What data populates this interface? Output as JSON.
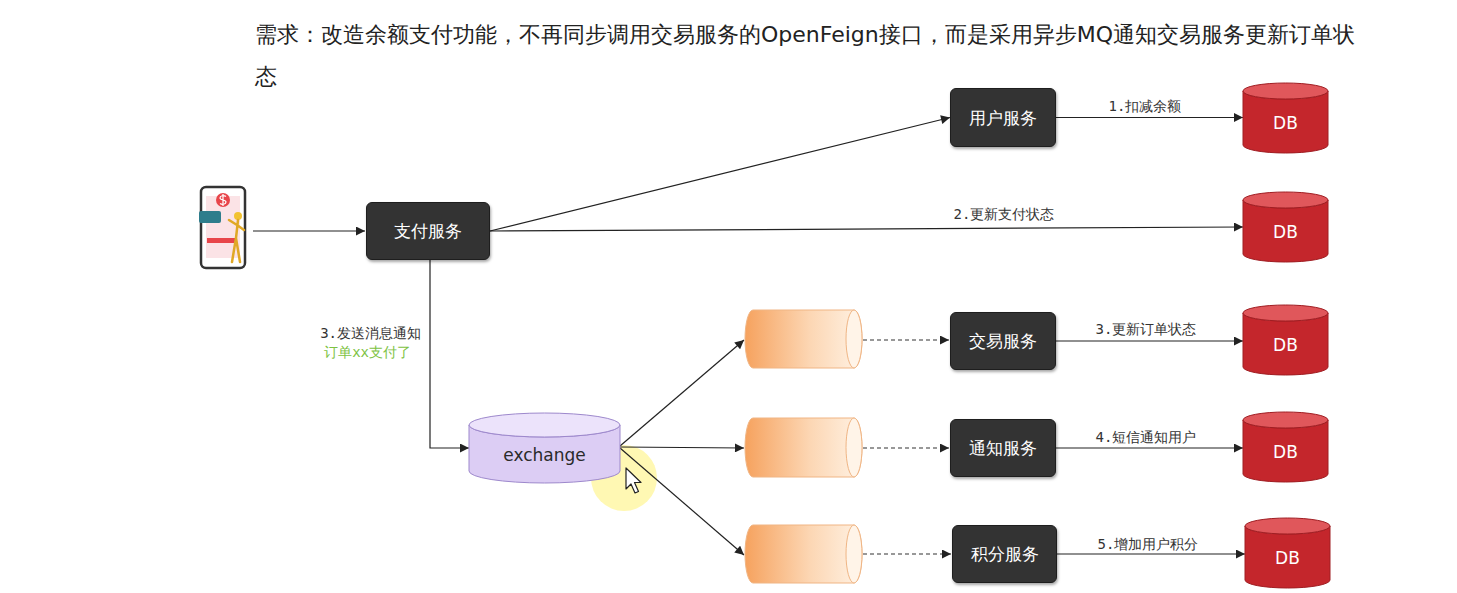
{
  "diagram": {
    "title": "需求：改造余额支付功能，不再同步调用交易服务的OpenFeign接口，而是采用异步MQ通知交易服务更新订单状态",
    "nodes": [
      {
        "text": [
          "用户服务"
        ]
      },
      {
        "text": [
          "DB"
        ]
      },
      {
        "text": [
          "支付服务"
        ]
      },
      {
        "text": [
          "DB"
        ]
      },
      {
        "text": [
          "交易服务"
        ]
      },
      {
        "text": [
          "DB"
        ]
      },
      {
        "text": [
          "exchange"
        ]
      },
      {
        "text": [
          "通知服务"
        ]
      },
      {
        "text": [
          "DB"
        ]
      },
      {
        "text": [
          "积分服务"
        ]
      },
      {
        "text": [
          "DB"
        ]
      }
    ],
    "edges": [
      {
        "from": 2,
        "to": 0,
        "arrow": "to"
      },
      {
        "from": 0,
        "to": 1,
        "label": "1.扣减余额",
        "arrow": "to"
      },
      {
        "from": 2,
        "to": 3,
        "label": "2.更新支付状态",
        "arrow": "to"
      },
      {
        "from": 2,
        "to": 6,
        "label": "3.发送消息通知",
        "arrow": "to"
      },
      {
        "from": 4,
        "to": 5,
        "label": "3.更新订单状态",
        "arrow": "to"
      },
      {
        "from": 7,
        "to": 8,
        "label": "4.短信通知用户",
        "arrow": "to"
      },
      {
        "from": 9,
        "to": 10,
        "label": "5.增加用户积分",
        "arrow": "to"
      }
    ],
    "labels": [
      "订单xx支付了"
    ]
  }
}
